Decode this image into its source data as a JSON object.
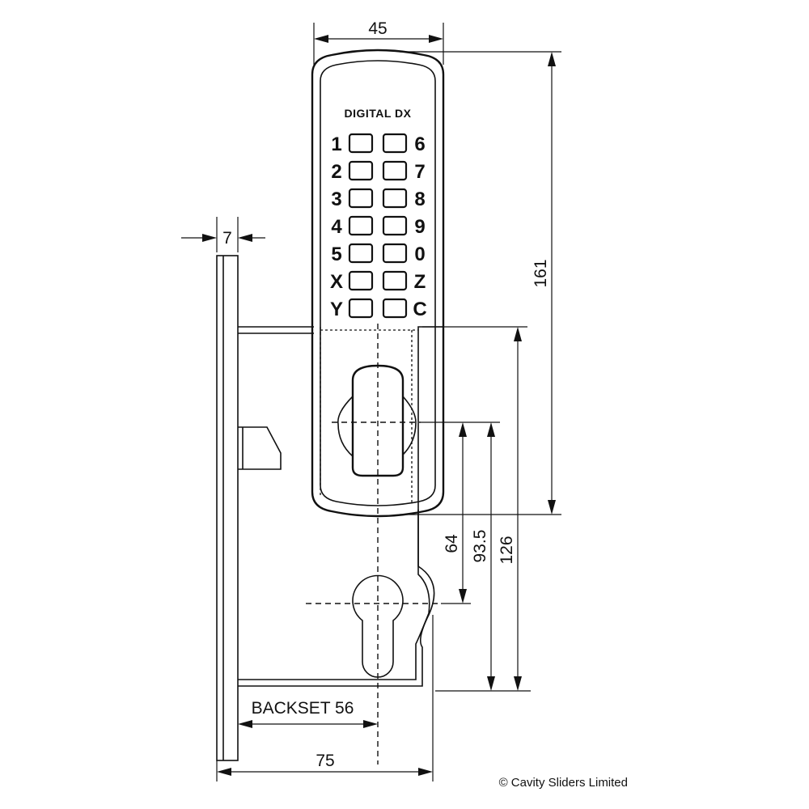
{
  "brand_label": "DIGITAL DX",
  "keypad": {
    "left_column": [
      "1",
      "2",
      "3",
      "4",
      "5",
      "X",
      "Y"
    ],
    "right_column": [
      "6",
      "7",
      "8",
      "9",
      "0",
      "Z",
      "C"
    ]
  },
  "dimensions": {
    "width": "45",
    "faceplate": "7",
    "height": "161",
    "spindle_to_bottom": "126",
    "spindle_to_cylinder_bottom": "93.5",
    "spindle_to_cylinder_center": "64",
    "backset": "BACKSET 56",
    "overall_depth": "75"
  },
  "copyright": "© Cavity Sliders Limited"
}
